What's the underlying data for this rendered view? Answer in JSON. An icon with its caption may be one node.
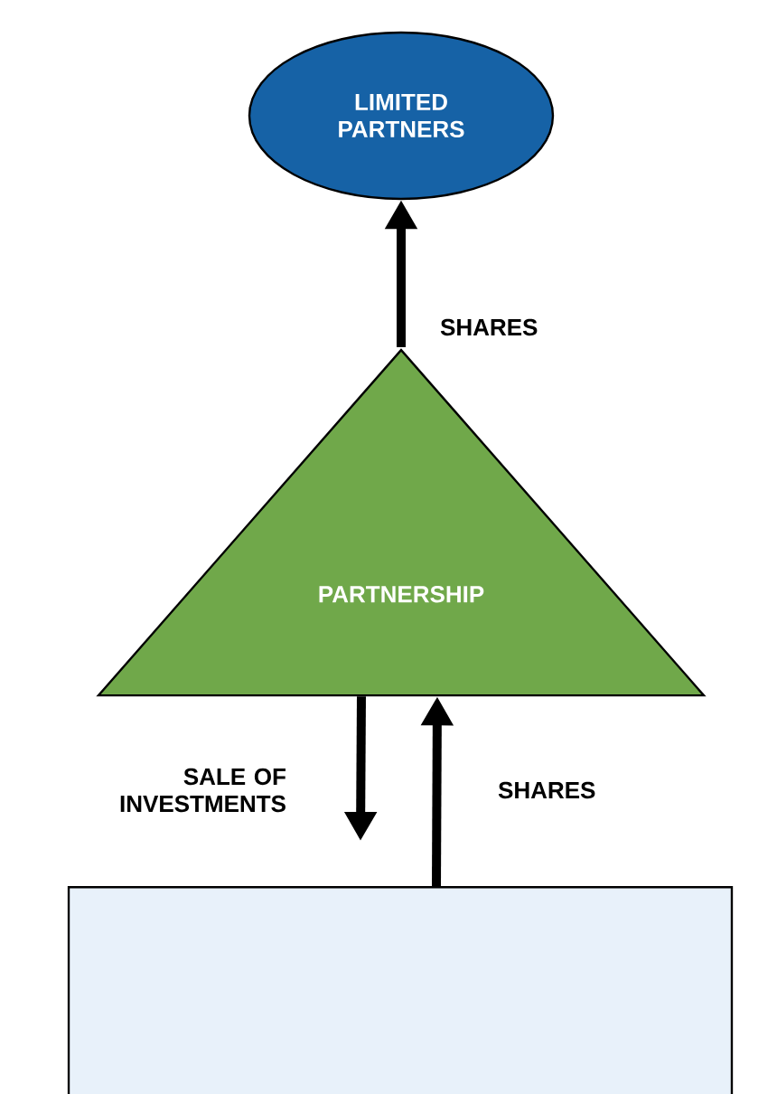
{
  "diagram": {
    "nodes": [
      {
        "text": [
          "LIMITED PARTNERS"
        ]
      },
      {
        "text": [
          "PARTNERSHIP"
        ]
      },
      {
        "text": [],
        "shape": "box"
      }
    ],
    "edges": [
      {
        "from": 1,
        "to": 0,
        "arrow": "to",
        "label": "SHARES"
      },
      {
        "from": 1,
        "to": 2,
        "arrow": "to",
        "label": "SALE OF INVESTMENTS"
      },
      {
        "from": 2,
        "to": 1,
        "arrow": "to",
        "label": "SHARES"
      }
    ]
  }
}
